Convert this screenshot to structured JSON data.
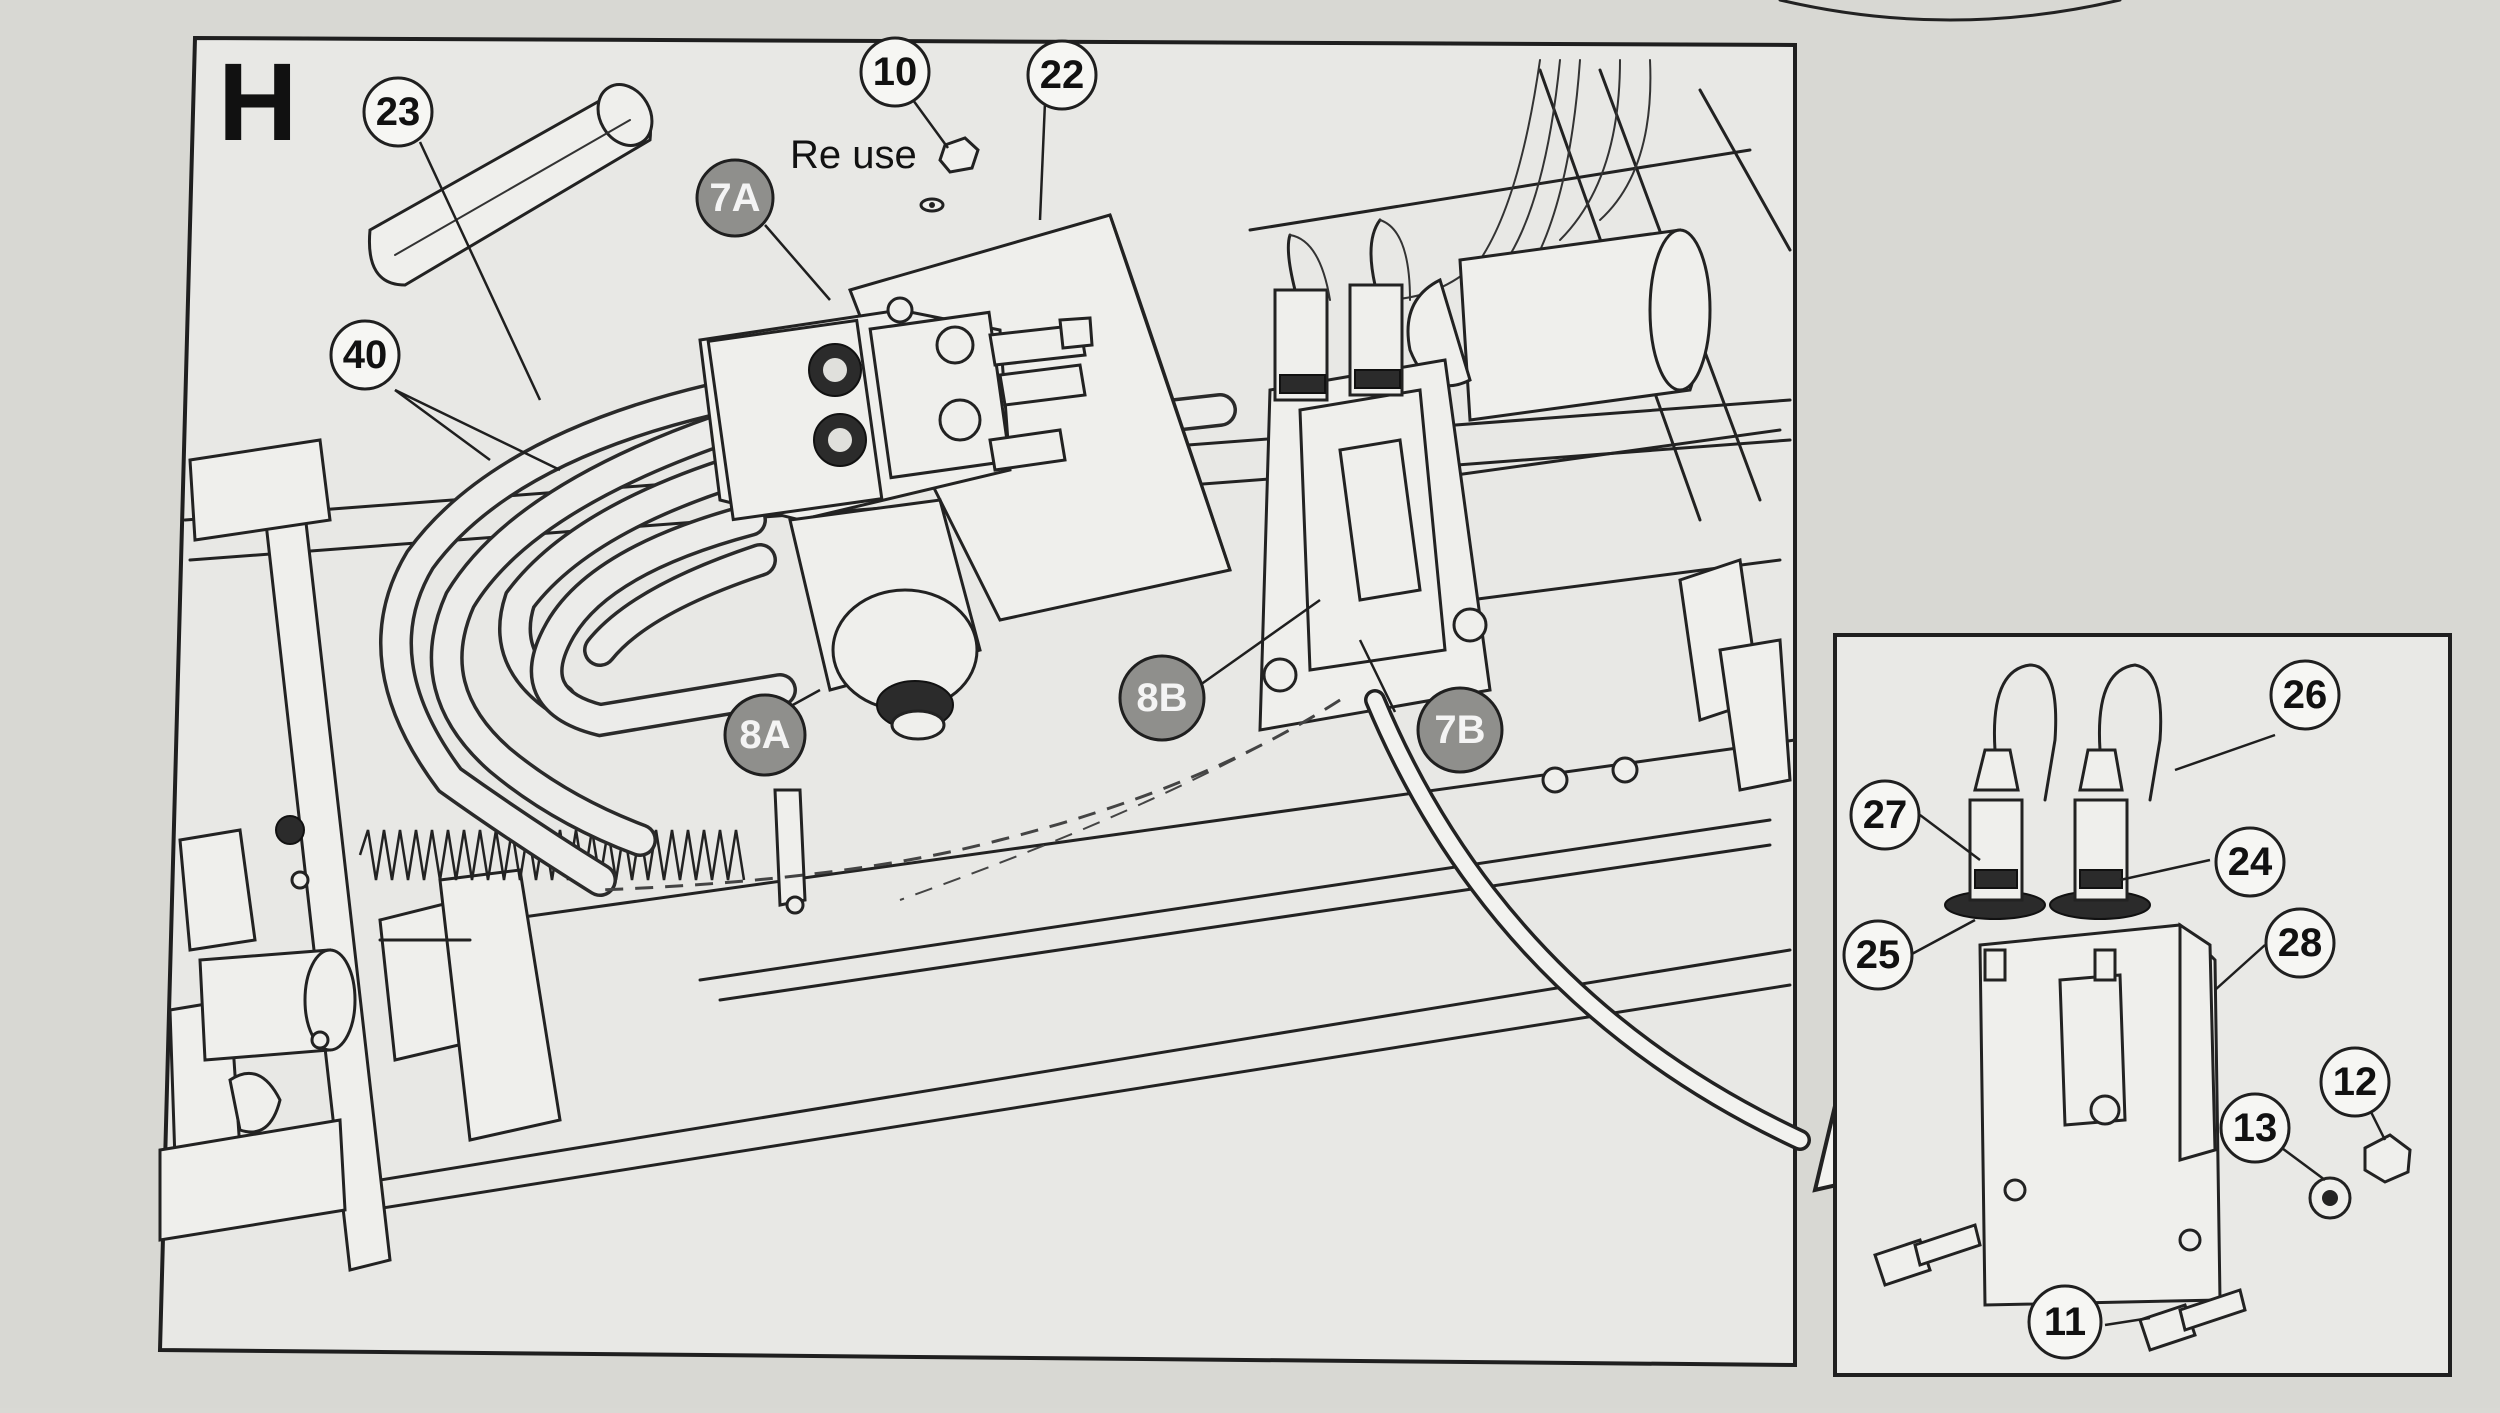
{
  "figure": {
    "step_letter": "H",
    "note": "Re use"
  },
  "callouts": {
    "c23": "23",
    "c10": "10",
    "c22": "22",
    "c7A": "7A",
    "c40": "40",
    "c8A": "8A",
    "c8B": "8B",
    "c7B": "7B",
    "c26": "26",
    "c27": "27",
    "c24": "24",
    "c25": "25",
    "c28": "28",
    "c12": "12",
    "c13": "13",
    "c11": "11"
  },
  "colors": {
    "paper": "#d9d9d4",
    "panel": "#e9e9e6",
    "ink": "#1f1f1f",
    "gray_callout": "#8f8f8c"
  }
}
